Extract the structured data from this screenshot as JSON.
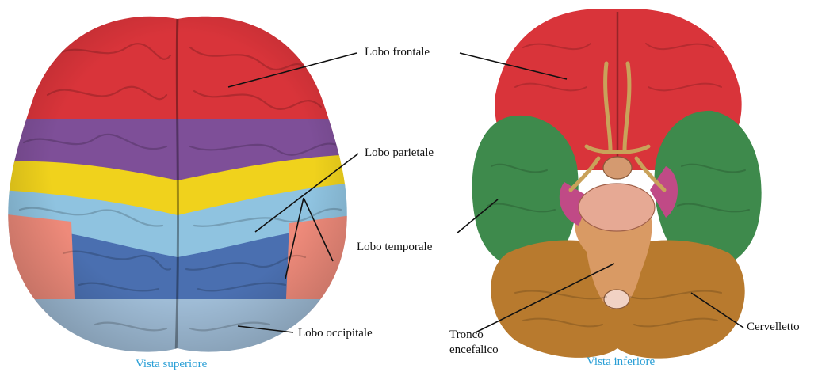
{
  "labels": {
    "frontal": "Lobo frontale",
    "parietal": "Lobo parietale",
    "temporal": "Lobo temporale",
    "occipital": "Lobo occipitale",
    "brainstem": "Tronco\nencefalico",
    "cerebellum": "Cervelletto"
  },
  "captions": {
    "superior": "Vista superiore",
    "inferior": "Vista inferiore"
  },
  "colors": {
    "frontal": "#d9343a",
    "parietal_purple": "#7e4f98",
    "parietal_yellow": "#f0d21c",
    "light_blue": "#8fc3e0",
    "blue": "#4a6fb0",
    "occipital": "#9fbcd6",
    "salmon": "#ee8a7a",
    "temporal": "#3e8a4c",
    "cerebellum": "#b87a2e",
    "brainstem": "#d99a64",
    "caption": "#2a9fd6"
  }
}
